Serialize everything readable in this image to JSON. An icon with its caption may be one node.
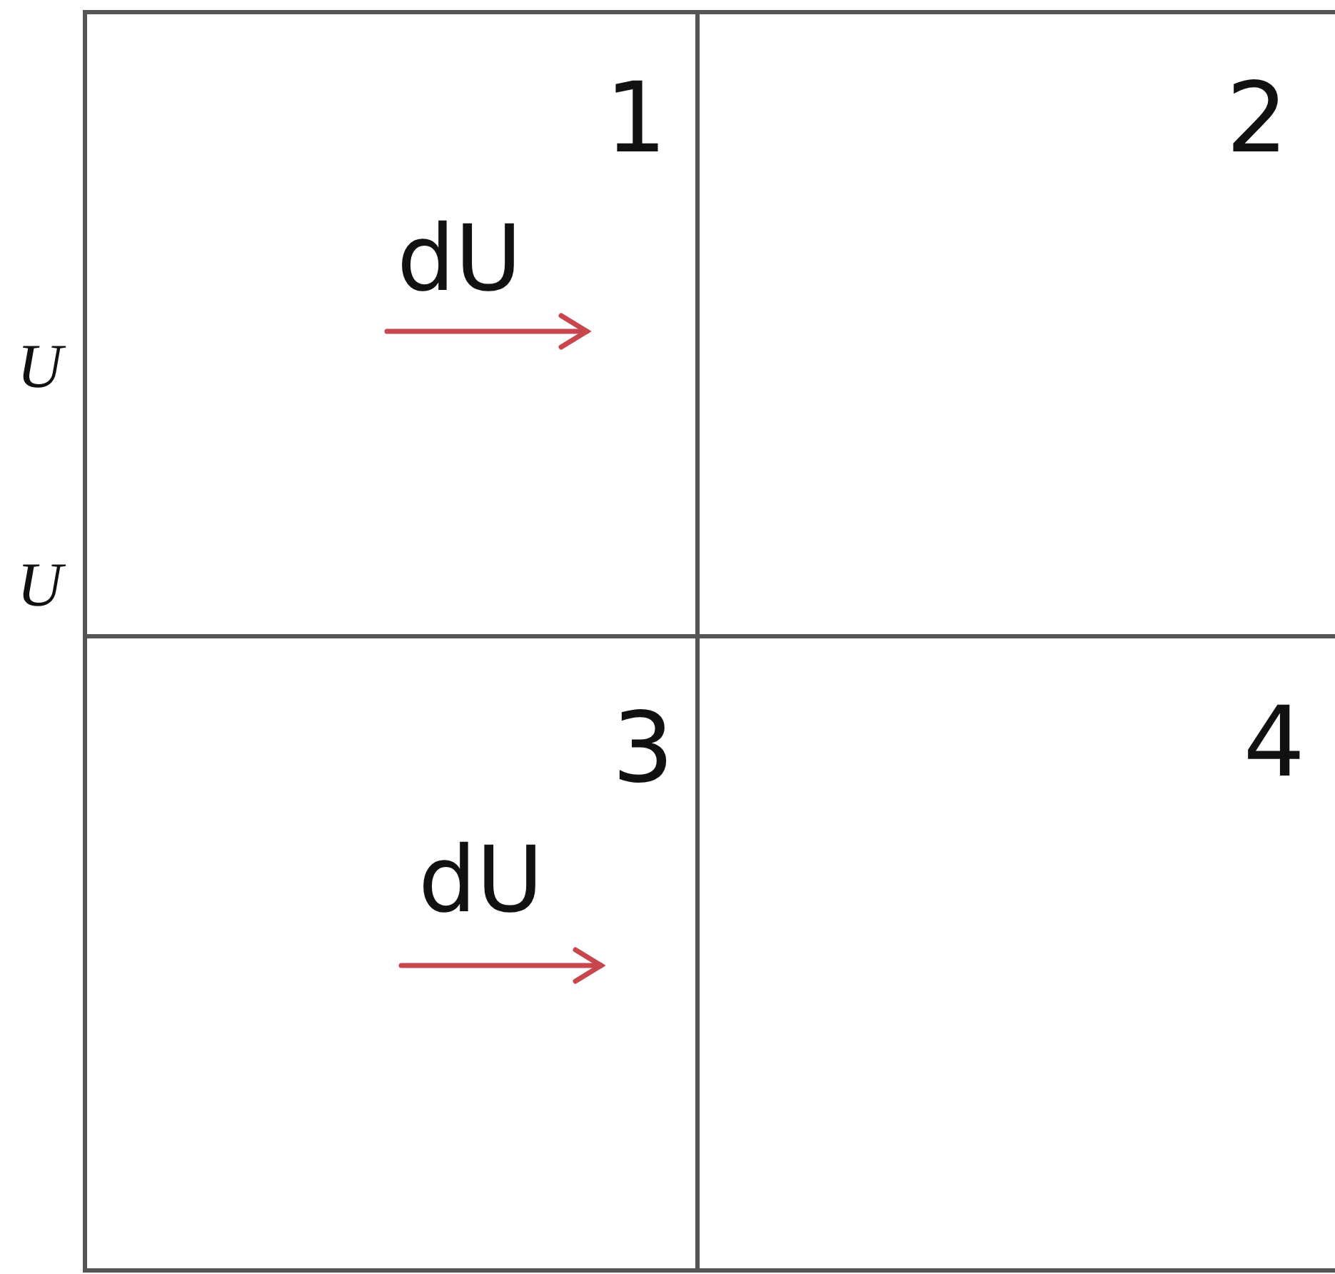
{
  "diagram": {
    "nodes": [
      {
        "text": [
          "1",
          "dU"
        ]
      },
      {
        "text": [
          "2"
        ]
      },
      {
        "text": [
          "3",
          "dU"
        ]
      },
      {
        "text": [
          "4"
        ]
      }
    ],
    "labels": [
      "U",
      "U"
    ]
  }
}
